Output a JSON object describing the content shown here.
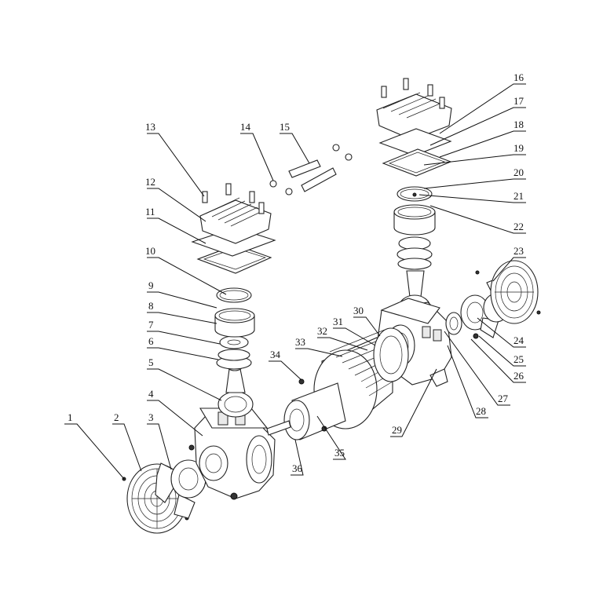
{
  "callouts": [
    {
      "id": "c1",
      "label": "1"
    },
    {
      "id": "c2",
      "label": "2"
    },
    {
      "id": "c3",
      "label": "3"
    },
    {
      "id": "c4",
      "label": "4"
    },
    {
      "id": "c5",
      "label": "5"
    },
    {
      "id": "c6",
      "label": "6"
    },
    {
      "id": "c7",
      "label": "7"
    },
    {
      "id": "c8",
      "label": "8"
    },
    {
      "id": "c9",
      "label": "9"
    },
    {
      "id": "c10",
      "label": "10"
    },
    {
      "id": "c11",
      "label": "11"
    },
    {
      "id": "c12",
      "label": "12"
    },
    {
      "id": "c13",
      "label": "13"
    },
    {
      "id": "c14",
      "label": "14"
    },
    {
      "id": "c15",
      "label": "15"
    },
    {
      "id": "c16",
      "label": "16"
    },
    {
      "id": "c17",
      "label": "17"
    },
    {
      "id": "c18",
      "label": "18"
    },
    {
      "id": "c19",
      "label": "19"
    },
    {
      "id": "c20",
      "label": "20"
    },
    {
      "id": "c21",
      "label": "21"
    },
    {
      "id": "c22",
      "label": "22"
    },
    {
      "id": "c23",
      "label": "23"
    },
    {
      "id": "c24",
      "label": "24"
    },
    {
      "id": "c25",
      "label": "25"
    },
    {
      "id": "c26",
      "label": "26"
    },
    {
      "id": "c27",
      "label": "27"
    },
    {
      "id": "c28",
      "label": "28"
    },
    {
      "id": "c29",
      "label": "29"
    },
    {
      "id": "c30",
      "label": "30"
    },
    {
      "id": "c31",
      "label": "31"
    },
    {
      "id": "c32",
      "label": "32"
    },
    {
      "id": "c33",
      "label": "33"
    },
    {
      "id": "c34",
      "label": "34"
    },
    {
      "id": "c35",
      "label": "35"
    },
    {
      "id": "c36",
      "label": "36"
    }
  ]
}
